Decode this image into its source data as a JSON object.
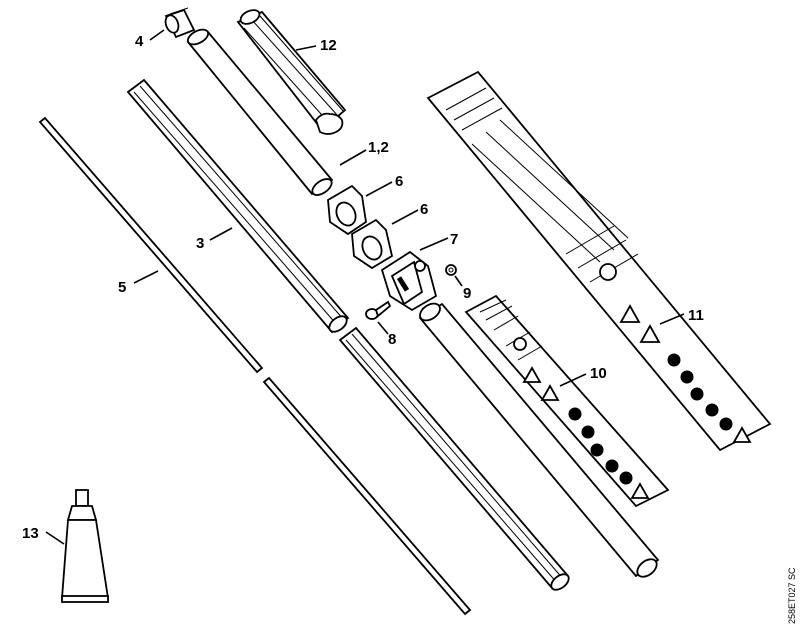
{
  "callouts": {
    "c1_2": "1,2",
    "c3": "3",
    "c4": "4",
    "c5": "5",
    "c6a": "6",
    "c6b": "6",
    "c7": "7",
    "c8": "8",
    "c9": "9",
    "c10": "10",
    "c11": "11",
    "c12": "12",
    "c13": "13"
  },
  "drawing_code": "258ET027 SC",
  "icons": {
    "decal": "warning-decal-icon",
    "tube": "grease-tube-icon"
  }
}
